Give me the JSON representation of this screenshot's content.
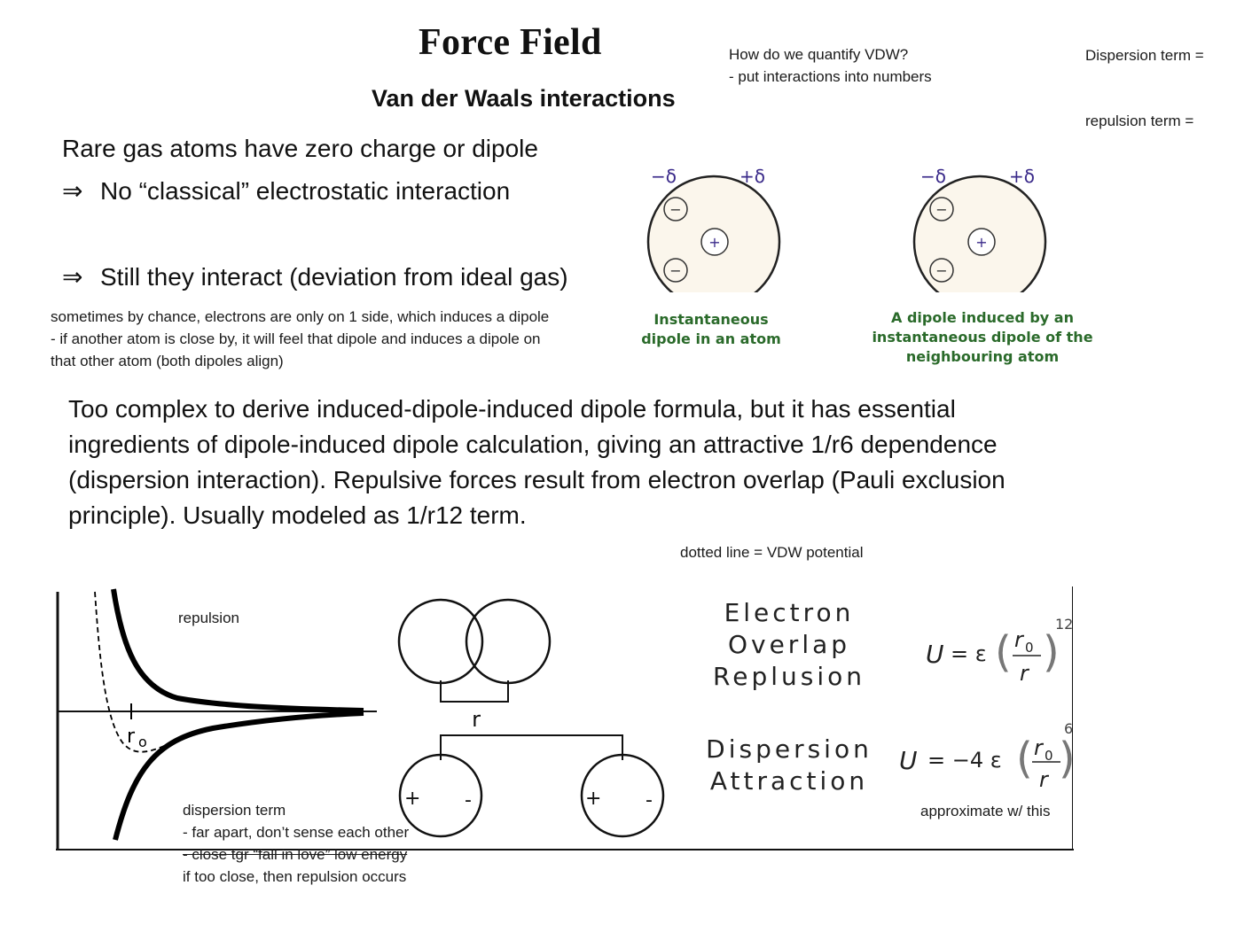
{
  "header": {
    "title": "Force Field",
    "subtitle": "Van der Waals interactions"
  },
  "notes": {
    "quantify_line1": "How do we quantify VDW?",
    "quantify_line2": "- put interactions into numbers",
    "dispersion_term": "Dispersion term =",
    "repulsion_term": "repulsion term ="
  },
  "intro": {
    "line1": "Rare gas atoms have zero charge or dipole",
    "arrow_symbol": "⇒",
    "line2": "No “classical” electrostatic interaction",
    "line3": "Still they interact (deviation from ideal gas)"
  },
  "chance_note": {
    "line1": "sometimes by chance, electrons are only on 1 side, which induces a dipole",
    "line2": "- if another atom is close by, it will feel that dipole and induces a dipole on",
    "line3": "that other atom (both dipoles align)"
  },
  "atom_diagram": {
    "left_minus_delta": "−δ",
    "left_plus_delta": "+δ",
    "right_minus_delta": "−δ",
    "right_plus_delta": "+δ",
    "minus_sign": "−",
    "plus_sign": "+",
    "caption_left_line1": "Instantaneous",
    "caption_left_line2": "dipole in an atom",
    "caption_right_line1": "A dipole induced by an",
    "caption_right_line2": "instantaneous dipole of the",
    "caption_right_line3": "neighbouring atom"
  },
  "paragraph": {
    "line1": "Too complex to derive induced-dipole-induced dipole formula, but it has essential",
    "line2": "ingredients of dipole-induced dipole calculation, giving an attractive 1/r6 dependence",
    "line3": "(dispersion interaction). Repulsive forces result from electron overlap (Pauli exclusion",
    "line4": "principle). Usually modeled as 1/r12 term."
  },
  "dotted_note": "dotted line = VDW potential",
  "potential_plot": {
    "repulsion_label": "repulsion",
    "r0_label": "r",
    "r0_sub": "o",
    "dispersion_label": "dispersion term",
    "dispersion_note1": "- far apart, don’t sense each other",
    "dispersion_note2": "- close tgr “fall in love” low energy",
    "dispersion_note3": "if too close, then repulsion occurs"
  },
  "overlap_diagram": {
    "r_label": "r",
    "plus": "+",
    "minus": "-"
  },
  "formulas": {
    "overlap_line1": "Electron",
    "overlap_line2": "Overlap",
    "overlap_line3": "Replusion",
    "dispersion_line1": "Dispersion",
    "dispersion_line2": "Attraction",
    "U": "U",
    "eq_repulsion": "= ε",
    "eq_dispersion": "= −4 ε",
    "r0": "r",
    "r0_sub": "0",
    "r": "r",
    "exp12": "12",
    "exp6": "6",
    "approx_note": "approximate w/ this"
  },
  "colors": {
    "caption_green": "#2a6a2a",
    "delta_purple": "#3a2a8a",
    "atom_fill": "#fbf6ec"
  }
}
